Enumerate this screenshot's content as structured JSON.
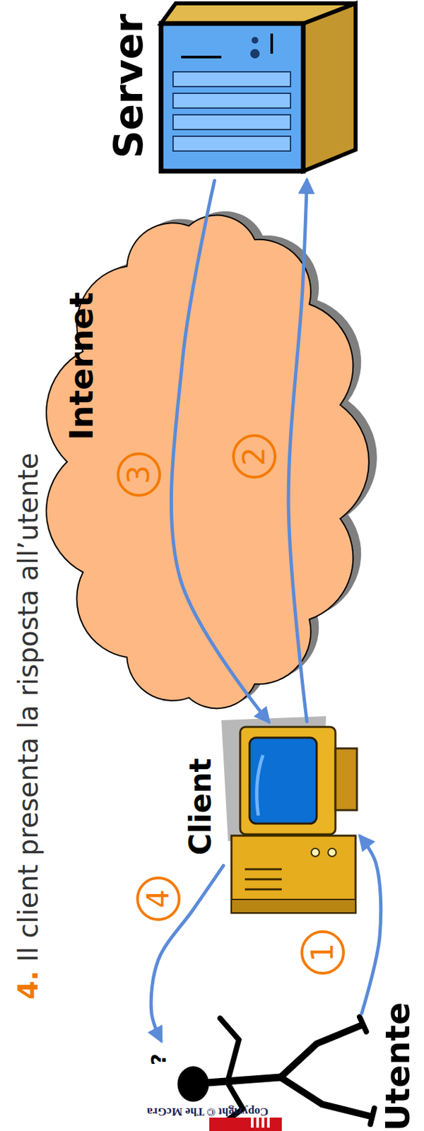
{
  "diagram": {
    "title": "4. Il client presenta la risposta all’utente",
    "nodes": [
      {
        "text": [
          "Utente"
        ]
      },
      {
        "text": [
          "Client"
        ]
      },
      {
        "text": [
          "Internet"
        ]
      },
      {
        "text": [
          "Server"
        ]
      }
    ],
    "edges": [
      {
        "from": 0,
        "to": 1,
        "arrow": "to",
        "label": "1"
      },
      {
        "from": 1,
        "to": 3,
        "arrow": "to",
        "label": "2"
      },
      {
        "from": 3,
        "to": 1,
        "arrow": "to",
        "label": "3"
      },
      {
        "from": 1,
        "to": 0,
        "arrow": "to",
        "label": "4"
      }
    ],
    "labels": [
      "Copyright © The McGra",
      "?"
    ]
  }
}
